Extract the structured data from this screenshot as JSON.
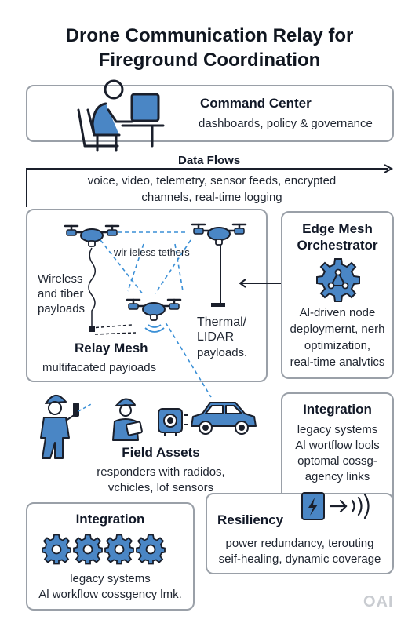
{
  "title_line1": "Drone Communication Relay for",
  "title_line2": "Fireground Coordination",
  "command_center": {
    "heading": "Command Center",
    "desc": "dashboards, policy & governance"
  },
  "data_flows": {
    "heading": "Data Flows",
    "line1": "voice, video, telemetry, sensor feeds, encrypted",
    "line2": "channels, real-time logging"
  },
  "relay_mesh": {
    "tether_label": "wir ieless tethers",
    "left_l1": "Wireless",
    "left_l2": "and tiber",
    "left_l3": "payloads",
    "right_l1": "Thermal/",
    "right_l2": "LIDAR",
    "right_l3": "payloads.",
    "heading": "Relay Mesh",
    "desc": "multifacated payioads"
  },
  "edge_mesh": {
    "heading_l1": "Edge Mesh",
    "heading_l2": "Orchestrator",
    "l1": "Al-driven node",
    "l2": "deploymernt, nerh",
    "l3": "optimization,",
    "l4": "real-time analvtics"
  },
  "integration_right": {
    "heading": "Integration",
    "l1": "legacy systems",
    "l2": "Al wortflow lools",
    "l3": "optomal cossg-",
    "l4": "agency links"
  },
  "field_assets": {
    "heading": "Field Assets",
    "l1": "responders with radidos,",
    "l2": "vchicles, lof sensors"
  },
  "resiliency": {
    "heading": "Resiliency",
    "l1": "power redundancy, terouting",
    "l2": "seif-healing, dynamic coverage"
  },
  "integration_left": {
    "heading": "Integration",
    "l1": "legacy systems",
    "l2": "Al workflow cossgency lmk."
  },
  "watermark": "OAI",
  "colors": {
    "accent_blue": "#4a86c5",
    "outline": "#1a1f2b",
    "border": "#9aa0a8",
    "dash": "#3a8fd6"
  }
}
